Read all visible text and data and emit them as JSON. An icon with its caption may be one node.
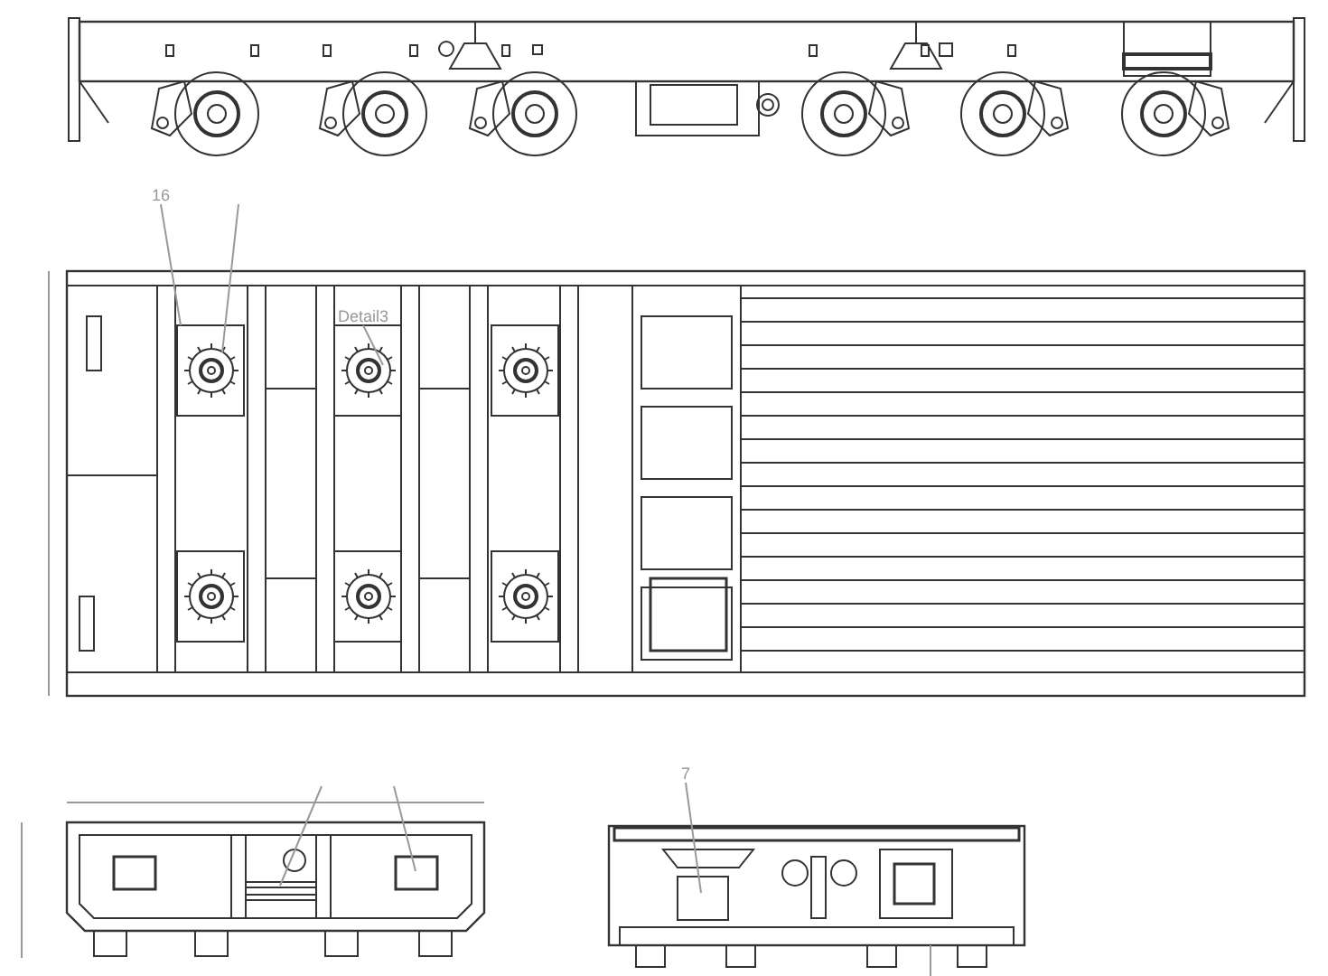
{
  "diagram": {
    "nodes": [
      {
        "text": [
          "16"
        ]
      },
      {
        "text": [
          "Detail3"
        ]
      },
      {
        "text": [
          "7"
        ]
      }
    ],
    "edges": [
      {
        "from": 0,
        "to": null,
        "arrow": "none"
      },
      {
        "from": 1,
        "to": null,
        "arrow": "none"
      },
      {
        "from": 2,
        "to": null,
        "arrow": "none"
      }
    ]
  }
}
